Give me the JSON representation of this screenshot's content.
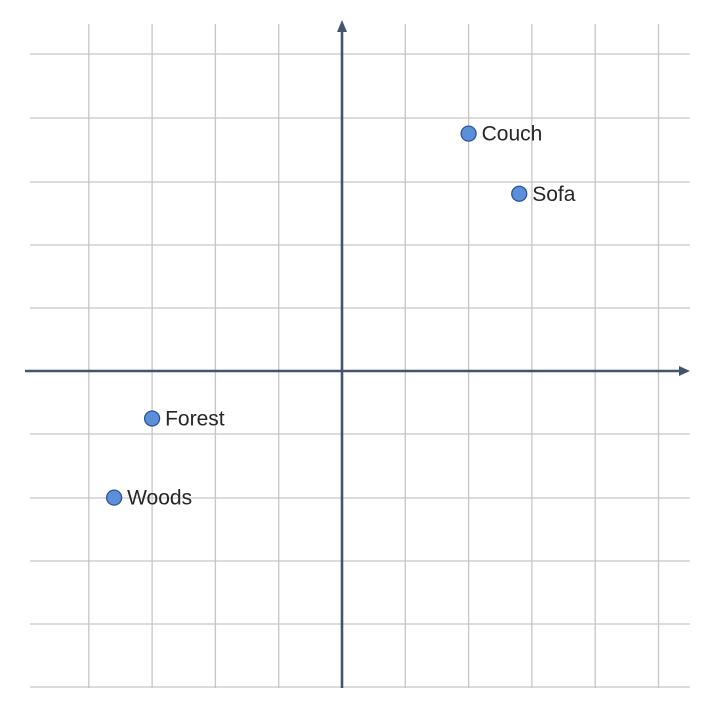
{
  "chart_data": {
    "type": "scatter",
    "title": "",
    "xlabel": "",
    "ylabel": "",
    "xlim": [
      -5,
      5.5
    ],
    "ylim": [
      -5,
      5.5
    ],
    "grid": true,
    "legend": "none",
    "points": [
      {
        "label": "Couch",
        "x": 2,
        "y": 3.75
      },
      {
        "label": "Sofa",
        "x": 2.8,
        "y": 2.8
      },
      {
        "label": "Forest",
        "x": -3,
        "y": -0.75
      },
      {
        "label": "Woods",
        "x": -3.6,
        "y": -2
      }
    ],
    "colors": {
      "marker": "#5b8fd9",
      "marker_edge": "#2f5597",
      "axis": "#44546a",
      "grid": "#c6c6c6"
    }
  }
}
